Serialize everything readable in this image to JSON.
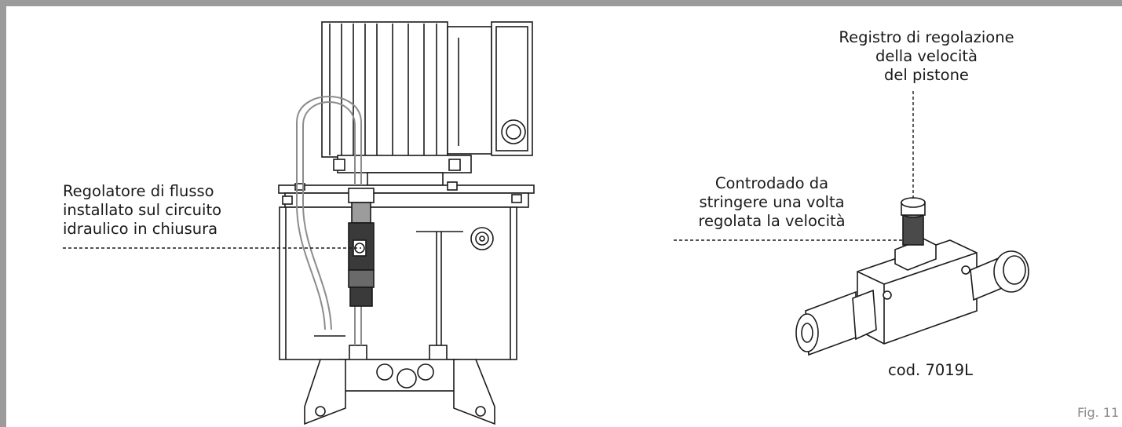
{
  "labels": {
    "flow_regulator": [
      "Regolatore di flusso",
      "installato sul circuito",
      "idraulico in chiusura"
    ],
    "speed_register": [
      "Registro di regolazione",
      "della velocità",
      "del pistone"
    ],
    "lock_nut": [
      "Controdado da",
      "stringere una volta",
      "regolata la velocità"
    ],
    "part_code": "cod. 7019L"
  },
  "figure": {
    "number": "Fig. 11"
  }
}
